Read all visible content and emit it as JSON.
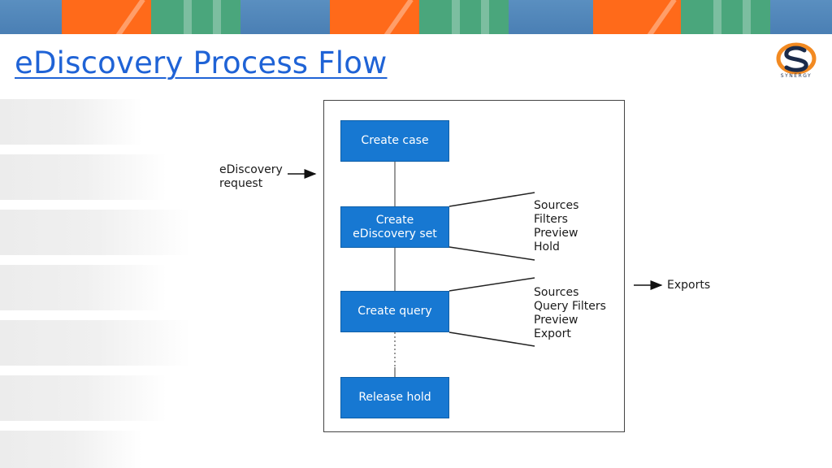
{
  "slide": {
    "title": "eDiscovery Process Flow",
    "logo_text": "SYNERGY"
  },
  "colors": {
    "accent_blue": "#1778d2",
    "title_blue": "#1f63d6",
    "banner_orange": "#ff6a1a",
    "banner_green": "#4aa67c",
    "banner_blue": "#5a8fc0"
  },
  "diagram": {
    "input_label": "eDiscovery\nrequest",
    "output_label": "Exports",
    "steps": [
      {
        "label": "Create case"
      },
      {
        "label": "Create\neDiscovery set"
      },
      {
        "label": "Create query"
      },
      {
        "label": "Release hold"
      }
    ],
    "set_options": [
      "Sources",
      "Filters",
      "Preview",
      "Hold"
    ],
    "query_options": [
      "Sources",
      "Query Filters",
      "Preview",
      "Export"
    ]
  }
}
